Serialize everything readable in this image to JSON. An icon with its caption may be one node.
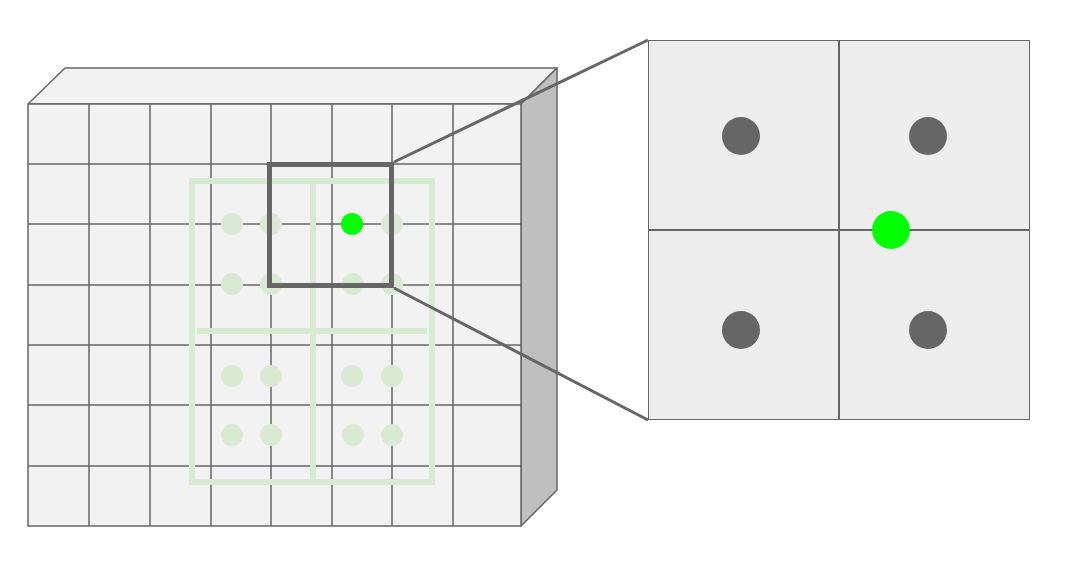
{
  "diagram": {
    "nodes": [
      {
        "text": [],
        "shape": "box"
      },
      {
        "text": [],
        "shape": "box"
      }
    ],
    "edges": [
      {
        "from": 0,
        "to": 1,
        "arrow": "none"
      },
      {
        "from": 0,
        "to": 1,
        "arrow": "none"
      }
    ]
  }
}
